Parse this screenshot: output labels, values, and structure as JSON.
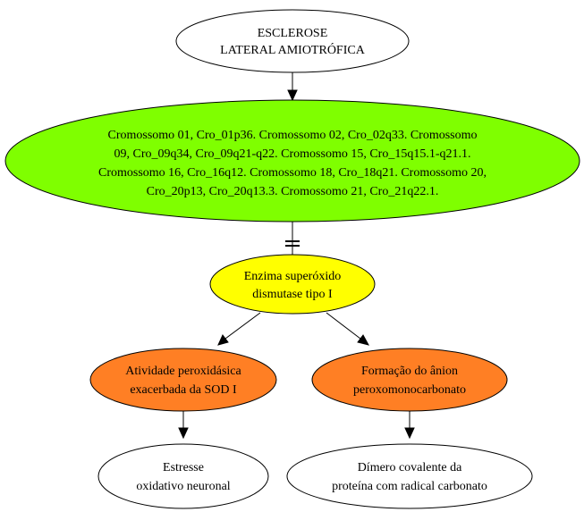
{
  "diagram": {
    "nodes": {
      "als": {
        "lines": [
          "ESCLEROSE",
          "LATERAL AMIOTRÓFICA"
        ],
        "fill": "#ffffff"
      },
      "chromosomes": {
        "lines": [
          "Cromossomo 01, Cro_01p36. Cromossomo 02, Cro_02q33. Cromossomo",
          "09, Cro_09q34, Cro_09q21-q22. Cromossomo 15, Cro_15q15.1-q21.1.",
          "Cromossomo 16, Cro_16q12. Cromossomo 18, Cro_18q21. Cromossomo 20,",
          "Cro_20p13, Cro_20q13.3. Cromossomo 21, Cro_21q22.1."
        ],
        "fill": "#7fff00"
      },
      "sod1": {
        "lines": [
          "Enzima superóxido",
          "dismutase tipo I"
        ],
        "fill": "#ffff00"
      },
      "peroxidase": {
        "lines": [
          "Atividade peroxidásica",
          "exacerbada da SOD I"
        ],
        "fill": "#ff7f24"
      },
      "anion": {
        "lines": [
          "Formação do ânion",
          "peroxomonocarbonato"
        ],
        "fill": "#ff7f24"
      },
      "stress": {
        "lines": [
          "Estresse",
          "oxidativo neuronal"
        ],
        "fill": "#ffffff"
      },
      "dimer": {
        "lines": [
          "Dímero covalente da",
          "proteína com radical carbonato"
        ],
        "fill": "#ffffff"
      }
    },
    "edges": [
      {
        "from": "als",
        "to": "chromosomes",
        "style": "arrow"
      },
      {
        "from": "chromosomes",
        "to": "sod1",
        "style": "tee"
      },
      {
        "from": "sod1",
        "to": "peroxidase",
        "style": "arrow"
      },
      {
        "from": "sod1",
        "to": "anion",
        "style": "arrow"
      },
      {
        "from": "peroxidase",
        "to": "stress",
        "style": "arrow"
      },
      {
        "from": "anion",
        "to": "dimer",
        "style": "arrow"
      }
    ]
  }
}
